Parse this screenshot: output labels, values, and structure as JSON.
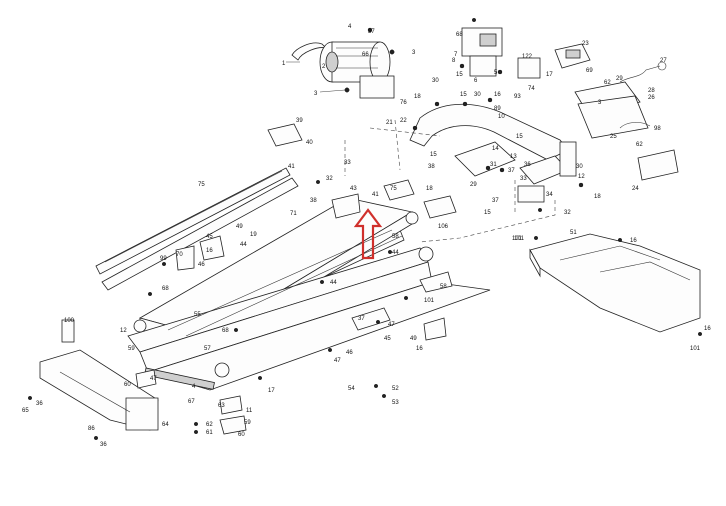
{
  "diagram": {
    "part_labels": [
      "1",
      "2",
      "3",
      "4",
      "37",
      "66",
      "3",
      "7",
      "122",
      "17",
      "23",
      "27",
      "68",
      "8",
      "15",
      "5",
      "93",
      "74",
      "6",
      "30",
      "69",
      "62",
      "29",
      "28",
      "26",
      "25",
      "98",
      "3",
      "76",
      "22",
      "21",
      "18",
      "15",
      "30",
      "16",
      "89",
      "10",
      "14",
      "15",
      "15",
      "38",
      "13",
      "29",
      "31",
      "37",
      "36",
      "33",
      "34",
      "30",
      "12",
      "62",
      "32",
      "43",
      "75",
      "41",
      "33",
      "18",
      "40",
      "39",
      "75",
      "41",
      "106",
      "37",
      "15",
      "18",
      "32",
      "24",
      "101",
      "51",
      "16",
      "71",
      "49",
      "19",
      "44",
      "45",
      "46",
      "16",
      "38",
      "70",
      "99",
      "68",
      "44",
      "58",
      "101",
      "49",
      "47",
      "16",
      "55",
      "68",
      "12",
      "57",
      "45",
      "46",
      "100",
      "47",
      "44",
      "58",
      "37",
      "47",
      "17",
      "59",
      "60",
      "67",
      "4",
      "54",
      "52",
      "53",
      "36",
      "65",
      "64",
      "11",
      "63",
      "59",
      "60",
      "86",
      "36",
      "62",
      "61",
      "101",
      "16",
      "101"
    ],
    "highlight_color": "#d0302c"
  }
}
